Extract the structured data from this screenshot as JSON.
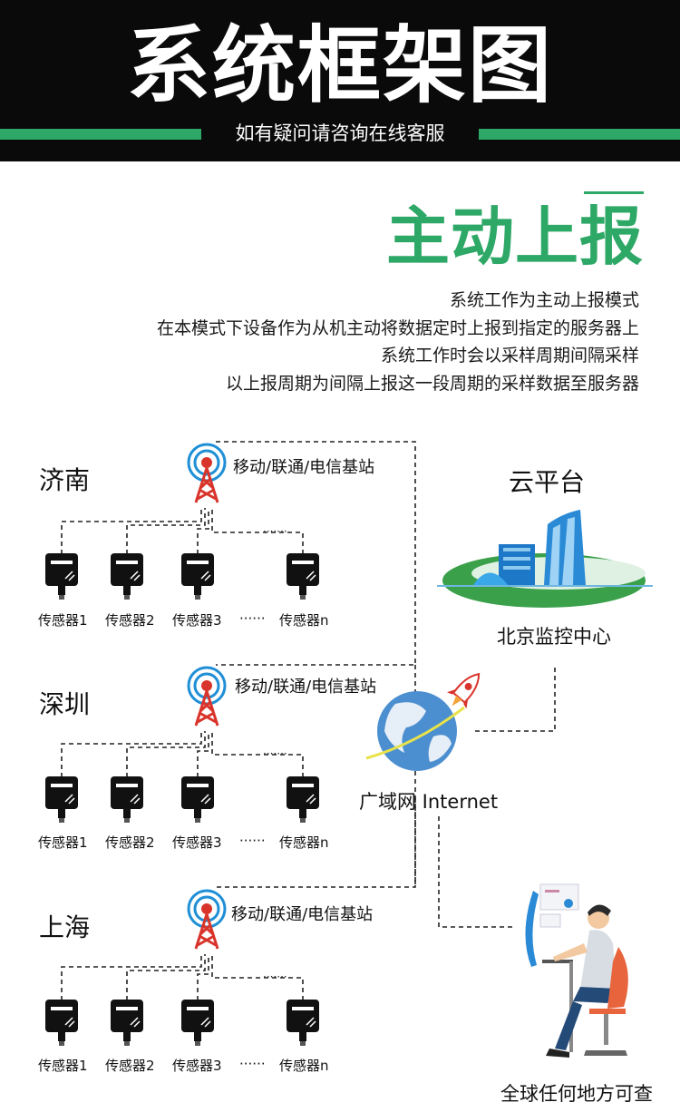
{
  "header": {
    "title": "系统框架图",
    "subtitle": "如有疑问请咨询在线客服"
  },
  "section": {
    "title": "主动上报",
    "description": [
      "系统工作为主动上报模式",
      "在本模式下设备作为从机主动将数据定时上报到指定的服务器上",
      "系统工作时会以采样周期间隔采样",
      "以上报周期为间隔上报这一段周期的采样数据至服务器"
    ]
  },
  "groups": [
    {
      "city": "济南",
      "station": "移动/联通/电信基站",
      "sensors": [
        "传感器1",
        "传感器2",
        "传感器3",
        "传感器n"
      ],
      "ellipsis": "······"
    },
    {
      "city": "深圳",
      "station": "移动/联通/电信基站",
      "sensors": [
        "传感器1",
        "传感器2",
        "传感器3",
        "传感器n"
      ],
      "ellipsis": "······"
    },
    {
      "city": "上海",
      "station": "移动/联通/电信基站",
      "sensors": [
        "传感器1",
        "传感器2",
        "传感器3",
        "传感器n"
      ],
      "ellipsis": "······"
    }
  ],
  "cloud": {
    "title": "云平台",
    "center": "北京监控中心"
  },
  "internet": {
    "label": "广域网 Internet"
  },
  "user": {
    "label": "全球任何地方可查"
  },
  "colors": {
    "accent_green": "#2ea866",
    "header_black": "#0a0a0a",
    "tower_red": "#d9342b",
    "signal_blue": "#1f8fd6"
  }
}
